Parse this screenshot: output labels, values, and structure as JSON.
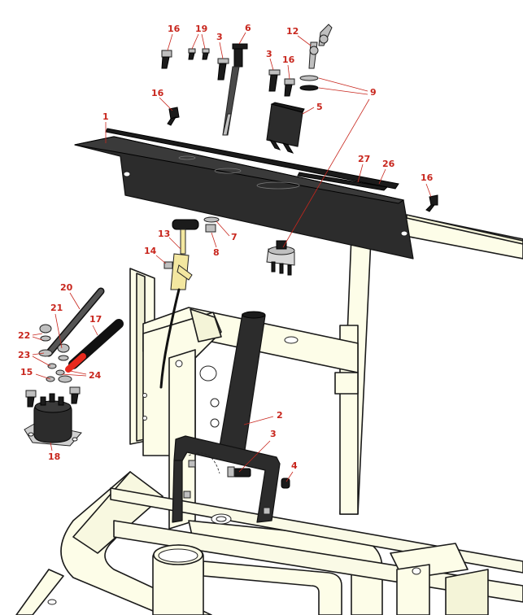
{
  "colors": {
    "callout": "#c8261d",
    "frame_fill": "#fdfde8",
    "panel": "#2c2c2c",
    "outline": "#1a1a1a"
  },
  "callouts": [
    {
      "id": "c16a",
      "label": "16"
    },
    {
      "id": "c19",
      "label": "19"
    },
    {
      "id": "c3a",
      "label": "3"
    },
    {
      "id": "c6",
      "label": "6"
    },
    {
      "id": "c12",
      "label": "12"
    },
    {
      "id": "c3b",
      "label": "3"
    },
    {
      "id": "c16b",
      "label": "16"
    },
    {
      "id": "c9",
      "label": "9"
    },
    {
      "id": "c16c",
      "label": "16"
    },
    {
      "id": "c5",
      "label": "5"
    },
    {
      "id": "c1",
      "label": "1"
    },
    {
      "id": "c27",
      "label": "27"
    },
    {
      "id": "c26",
      "label": "26"
    },
    {
      "id": "c16d",
      "label": "16"
    },
    {
      "id": "c13",
      "label": "13"
    },
    {
      "id": "c7",
      "label": "7"
    },
    {
      "id": "c8",
      "label": "8"
    },
    {
      "id": "c14",
      "label": "14"
    },
    {
      "id": "c20",
      "label": "20"
    },
    {
      "id": "c21",
      "label": "21"
    },
    {
      "id": "c17",
      "label": "17"
    },
    {
      "id": "c22",
      "label": "22"
    },
    {
      "id": "c23",
      "label": "23"
    },
    {
      "id": "c24",
      "label": "24"
    },
    {
      "id": "c15",
      "label": "15"
    },
    {
      "id": "c18",
      "label": "18"
    },
    {
      "id": "c2",
      "label": "2"
    },
    {
      "id": "c3c",
      "label": "3"
    },
    {
      "id": "c4",
      "label": "4"
    }
  ]
}
